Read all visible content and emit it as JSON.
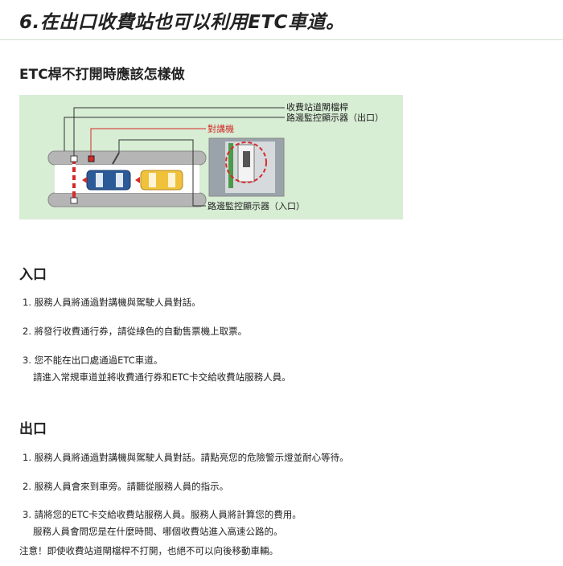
{
  "header": {
    "title": "6.在出口收費站也可以利用ETC車道。"
  },
  "etc_section": {
    "heading": "ETC桿不打開時應該怎樣做",
    "diagram": {
      "label_barrier": "收費站道閘檔桿",
      "label_exit_display": "路邊監控顯示器（出口）",
      "label_intercom": "對講機",
      "label_entry_display": "路邊監控顯示器（入口）",
      "colors": {
        "highlight": "#d62a2a",
        "background": "#d7edd4",
        "lane": "#b4b4b4",
        "car_blue": "#2b5a98",
        "car_yellow": "#f0c23c"
      }
    }
  },
  "entry": {
    "heading": "入口",
    "items": [
      {
        "text": "1. 服務人員將通過對講機與駕駛人員對話。",
        "text2": ""
      },
      {
        "text": "2. 將發行收費通行券，請從綠色的自動售票機上取票。",
        "text2": ""
      },
      {
        "text": "3. 您不能在出口處通過ETC車道。",
        "text2": "請進入常規車道並將收費通行券和ETC卡交給收費站服務人員。"
      }
    ]
  },
  "exit": {
    "heading": "出口",
    "items": [
      {
        "text": "1. 服務人員將通過對講機與駕駛人員對話。請點亮您的危險警示燈並耐心等待。",
        "text2": ""
      },
      {
        "text": "2. 服務人員會來到車旁。請聽從服務人員的指示。",
        "text2": ""
      },
      {
        "text": "3. 請將您的ETC卡交給收費站服務人員。服務人員將計算您的費用。",
        "text2": "服務人員會問您是在什麼時間、哪個收費站進入高速公路的。"
      }
    ]
  },
  "note": "注意！即使收費站道閘檔桿不打開，也絕不可以向後移動車輛。"
}
